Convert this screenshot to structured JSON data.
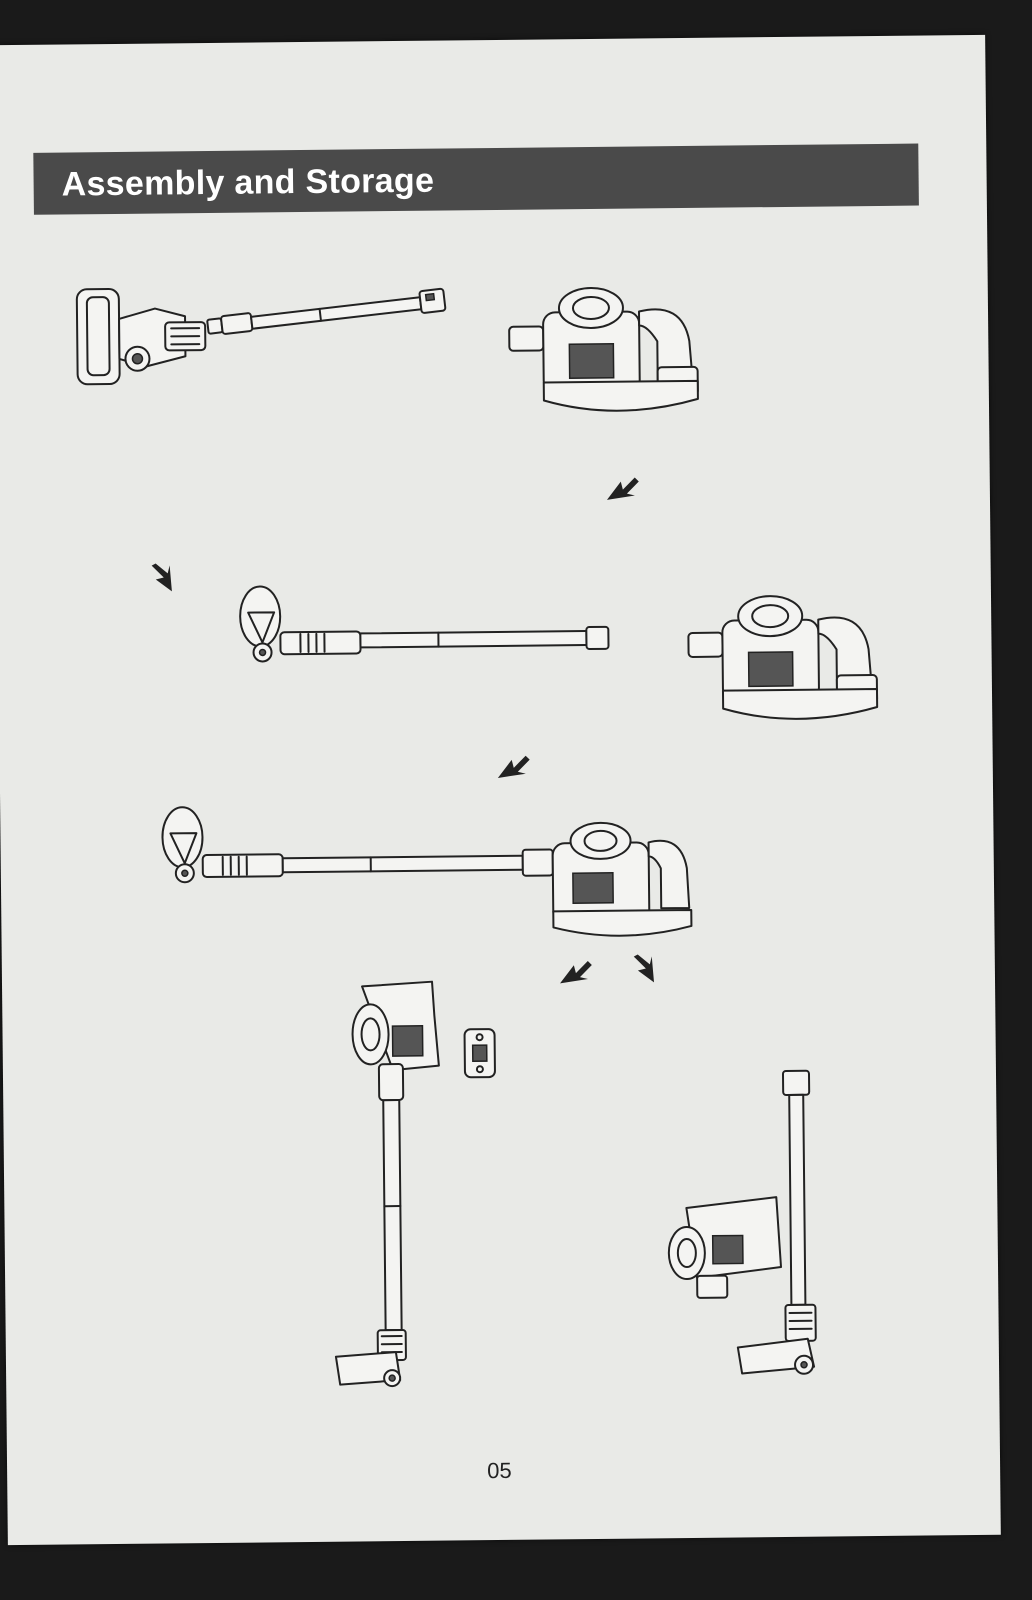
{
  "header": {
    "title": "Assembly and Storage"
  },
  "footer": {
    "page_number": "05"
  },
  "steps": [
    {
      "id": "step-1",
      "description": "floor brush, extension tube and main unit separated"
    },
    {
      "id": "step-2",
      "description": "floor brush attached to extension tube; main unit separate"
    },
    {
      "id": "step-3",
      "description": "main unit attached to tube and floor brush"
    },
    {
      "id": "step-4",
      "description": "assembled vacuum upright with wall mount bracket"
    }
  ],
  "icons": [
    "arrow-icon",
    "wall-mount-icon"
  ]
}
